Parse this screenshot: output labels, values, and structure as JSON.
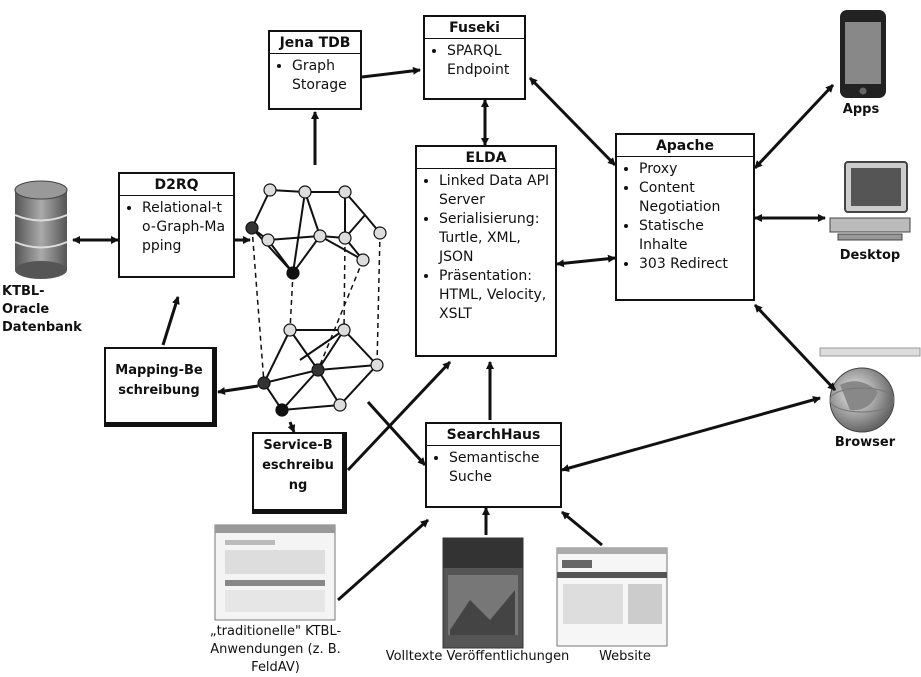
{
  "boxes": {
    "jena": {
      "title": "Jena TDB",
      "items": [
        "Graph Storage"
      ]
    },
    "fuseki": {
      "title": "Fuseki",
      "items": [
        "SPARQL Endpoint"
      ]
    },
    "d2rq": {
      "title": "D2RQ",
      "items": [
        "Relational-to-Graph-Mapping"
      ]
    },
    "elda": {
      "title": "ELDA",
      "items": [
        "Linked Data API Server",
        "Serialisierung: Turtle, XML, JSON",
        "Präsentation: HTML, Velocity, XSLT"
      ]
    },
    "apache": {
      "title": "Apache",
      "items": [
        "Proxy",
        "Content Negotiation",
        "Statische Inhalte",
        "303 Redirect"
      ]
    },
    "searchhaus": {
      "title": "SearchHaus",
      "items": [
        "Semantische Suche"
      ]
    }
  },
  "documents": {
    "mapping": "Mapping-Beschreibung",
    "service": "Service-Beschreibung"
  },
  "labels": {
    "database": "KTBL-Oracle Datenbank",
    "apps": "Apps",
    "desktop": "Desktop",
    "browser": "Browser",
    "traditional": "„traditionelle\" KTBL-Anwendungen (z. B. FeldAV)",
    "volltexte": "Volltexte Veröffentlichungen",
    "website": "Website"
  },
  "colors": {
    "line": "#111111",
    "node_dark": "#333333",
    "node_light": "#dddddd"
  }
}
